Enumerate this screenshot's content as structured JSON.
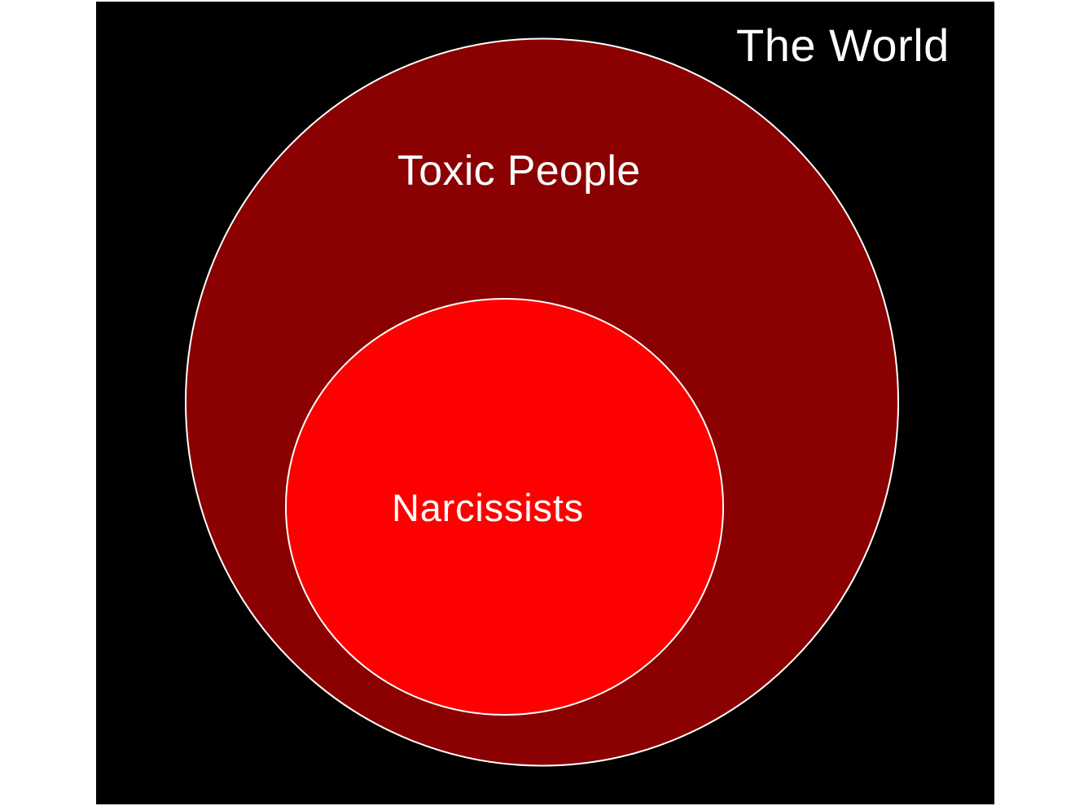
{
  "diagram": {
    "type": "nested-venn",
    "colors": {
      "page_background": "#ffffff",
      "panel_background": "#000000",
      "outer_set_fill": "#8B0000",
      "inner_set_fill": "#FF0000",
      "set_outline": "#ffffff",
      "label_text": "#ffffff"
    },
    "universe": {
      "label": "The World"
    },
    "sets": [
      {
        "id": "toxic-people",
        "label": "Toxic People",
        "parent": "the-world"
      },
      {
        "id": "narcissists",
        "label": "Narcissists",
        "parent": "toxic-people"
      }
    ]
  }
}
